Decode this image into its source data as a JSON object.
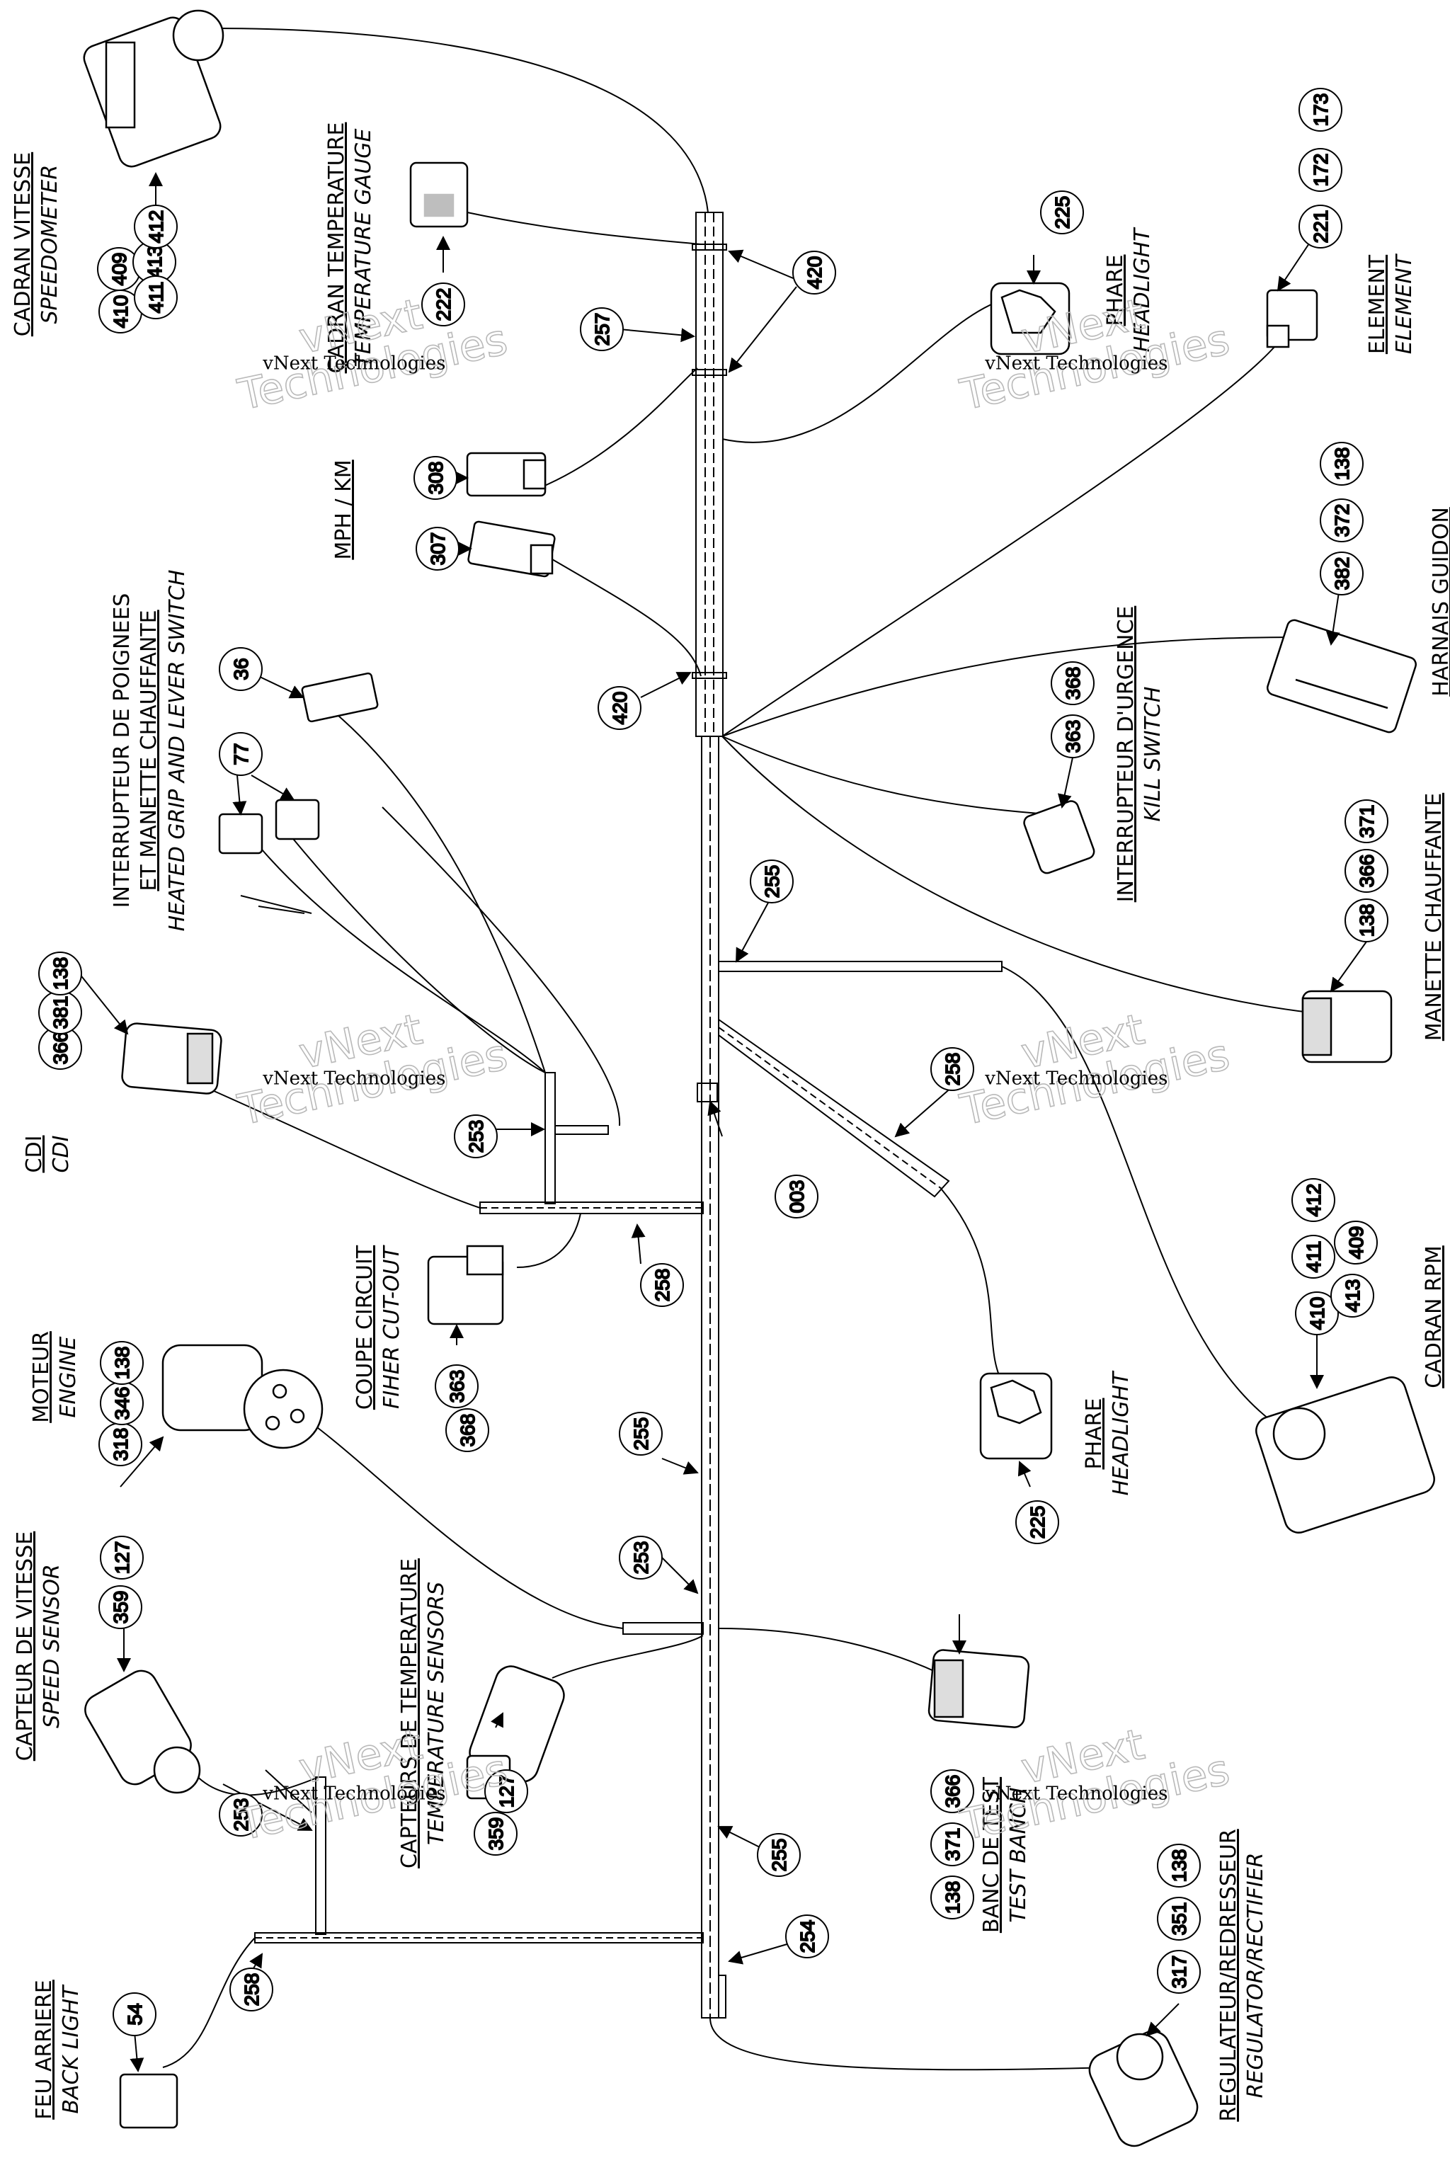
{
  "watermark": {
    "brand": "vNext",
    "brand2": "Technologies",
    "caption": "vNext Technologies"
  },
  "labels": {
    "speedometer_fr": "CADRAN VITESSE",
    "speedometer_en": "SPEEDOMETER",
    "temp_gauge_fr": "CADRAN TEMPERATURE",
    "temp_gauge_en": "TEMPERATURE GAUGE",
    "mph_km": "MPH / KM",
    "heated_grip_fr1": "INTERRUPTEUR DE POIGNEES",
    "heated_grip_fr2": "ET MANETTE CHAUFFANTE",
    "heated_grip_en": "HEATED GRIP AND LEVER SWITCH",
    "cdi_fr": "CDI",
    "cdi_en": "CDI",
    "cutout_fr": "COUPE CIRCUIT",
    "cutout_en": "FIHER CUT-OUT",
    "engine_fr": "MOTEUR",
    "engine_en": "ENGINE",
    "speed_sensor_fr": "CAPTEUR DE VITESSE",
    "speed_sensor_en": "SPEED SENSOR",
    "temp_sensors_fr": "CAPTEURS DE TEMPERATURE",
    "temp_sensors_en": "TEMPERATURE SENSORS",
    "back_light_fr": "FEU ARRIERE",
    "back_light_en": "BACK LIGHT",
    "headlight1_fr": "PHARE",
    "headlight1_en": "HEADLIGHT",
    "element_fr": "ELEMENT",
    "element_en": "ELEMENT",
    "harnais": "HARNAIS GUIDON",
    "kill_fr": "INTERRUPTEUR D'URGENCE",
    "kill_en": "KILL SWITCH",
    "manette": "MANETTE CHAUFFANTE",
    "rpm": "CADRAN RPM",
    "headlight2_fr": "PHARE",
    "headlight2_en": "HEADLIGHT",
    "test_bench_fr": "BANC DE TEST",
    "test_bench_en": "TEST BANCH",
    "regulator_fr": "REGULATEUR/REDRESSEUR",
    "regulator_en": "REGULATOR/RECTIFIER"
  },
  "callouts": {
    "spd_409": "409",
    "spd_413": "413",
    "spd_412": "412",
    "spd_410": "410",
    "spd_411": "411",
    "tg_222": "222",
    "c_420a": "420",
    "c_257": "257",
    "mph_308": "308",
    "mph_307": "307",
    "c_420b": "420",
    "hg_36": "36",
    "hg_77": "77",
    "cdi_366": "366",
    "cdi_381": "381",
    "cdi_138": "138",
    "c_253a": "253",
    "c_258a": "258",
    "co_368": "368",
    "co_363": "363",
    "eng_318": "318",
    "eng_346": "346",
    "eng_138": "138",
    "c_255a": "255",
    "c_253b": "253",
    "ss_359": "359",
    "ss_127": "127",
    "ts_359": "359",
    "ts_127": "127",
    "c_253c": "253",
    "c_258b": "258",
    "bl_54": "54",
    "c_255b": "255",
    "c_254": "254",
    "c_255c": "255",
    "c_003": "003",
    "c_258c": "258",
    "hl1_225": "225",
    "el_221": "221",
    "el_172": "172",
    "el_173": "173",
    "hn_382": "382",
    "hn_372": "372",
    "hn_138": "138",
    "ks_363": "363",
    "ks_368": "368",
    "mc_138": "138",
    "mc_366": "366",
    "mc_371": "371",
    "rpm_410": "410",
    "rpm_411": "411",
    "rpm_412": "412",
    "rpm_413": "413",
    "rpm_409": "409",
    "hl2_225": "225",
    "tb_138": "138",
    "tb_371": "371",
    "tb_366": "366",
    "rr_317": "317",
    "rr_351": "351",
    "rr_138": "138"
  }
}
